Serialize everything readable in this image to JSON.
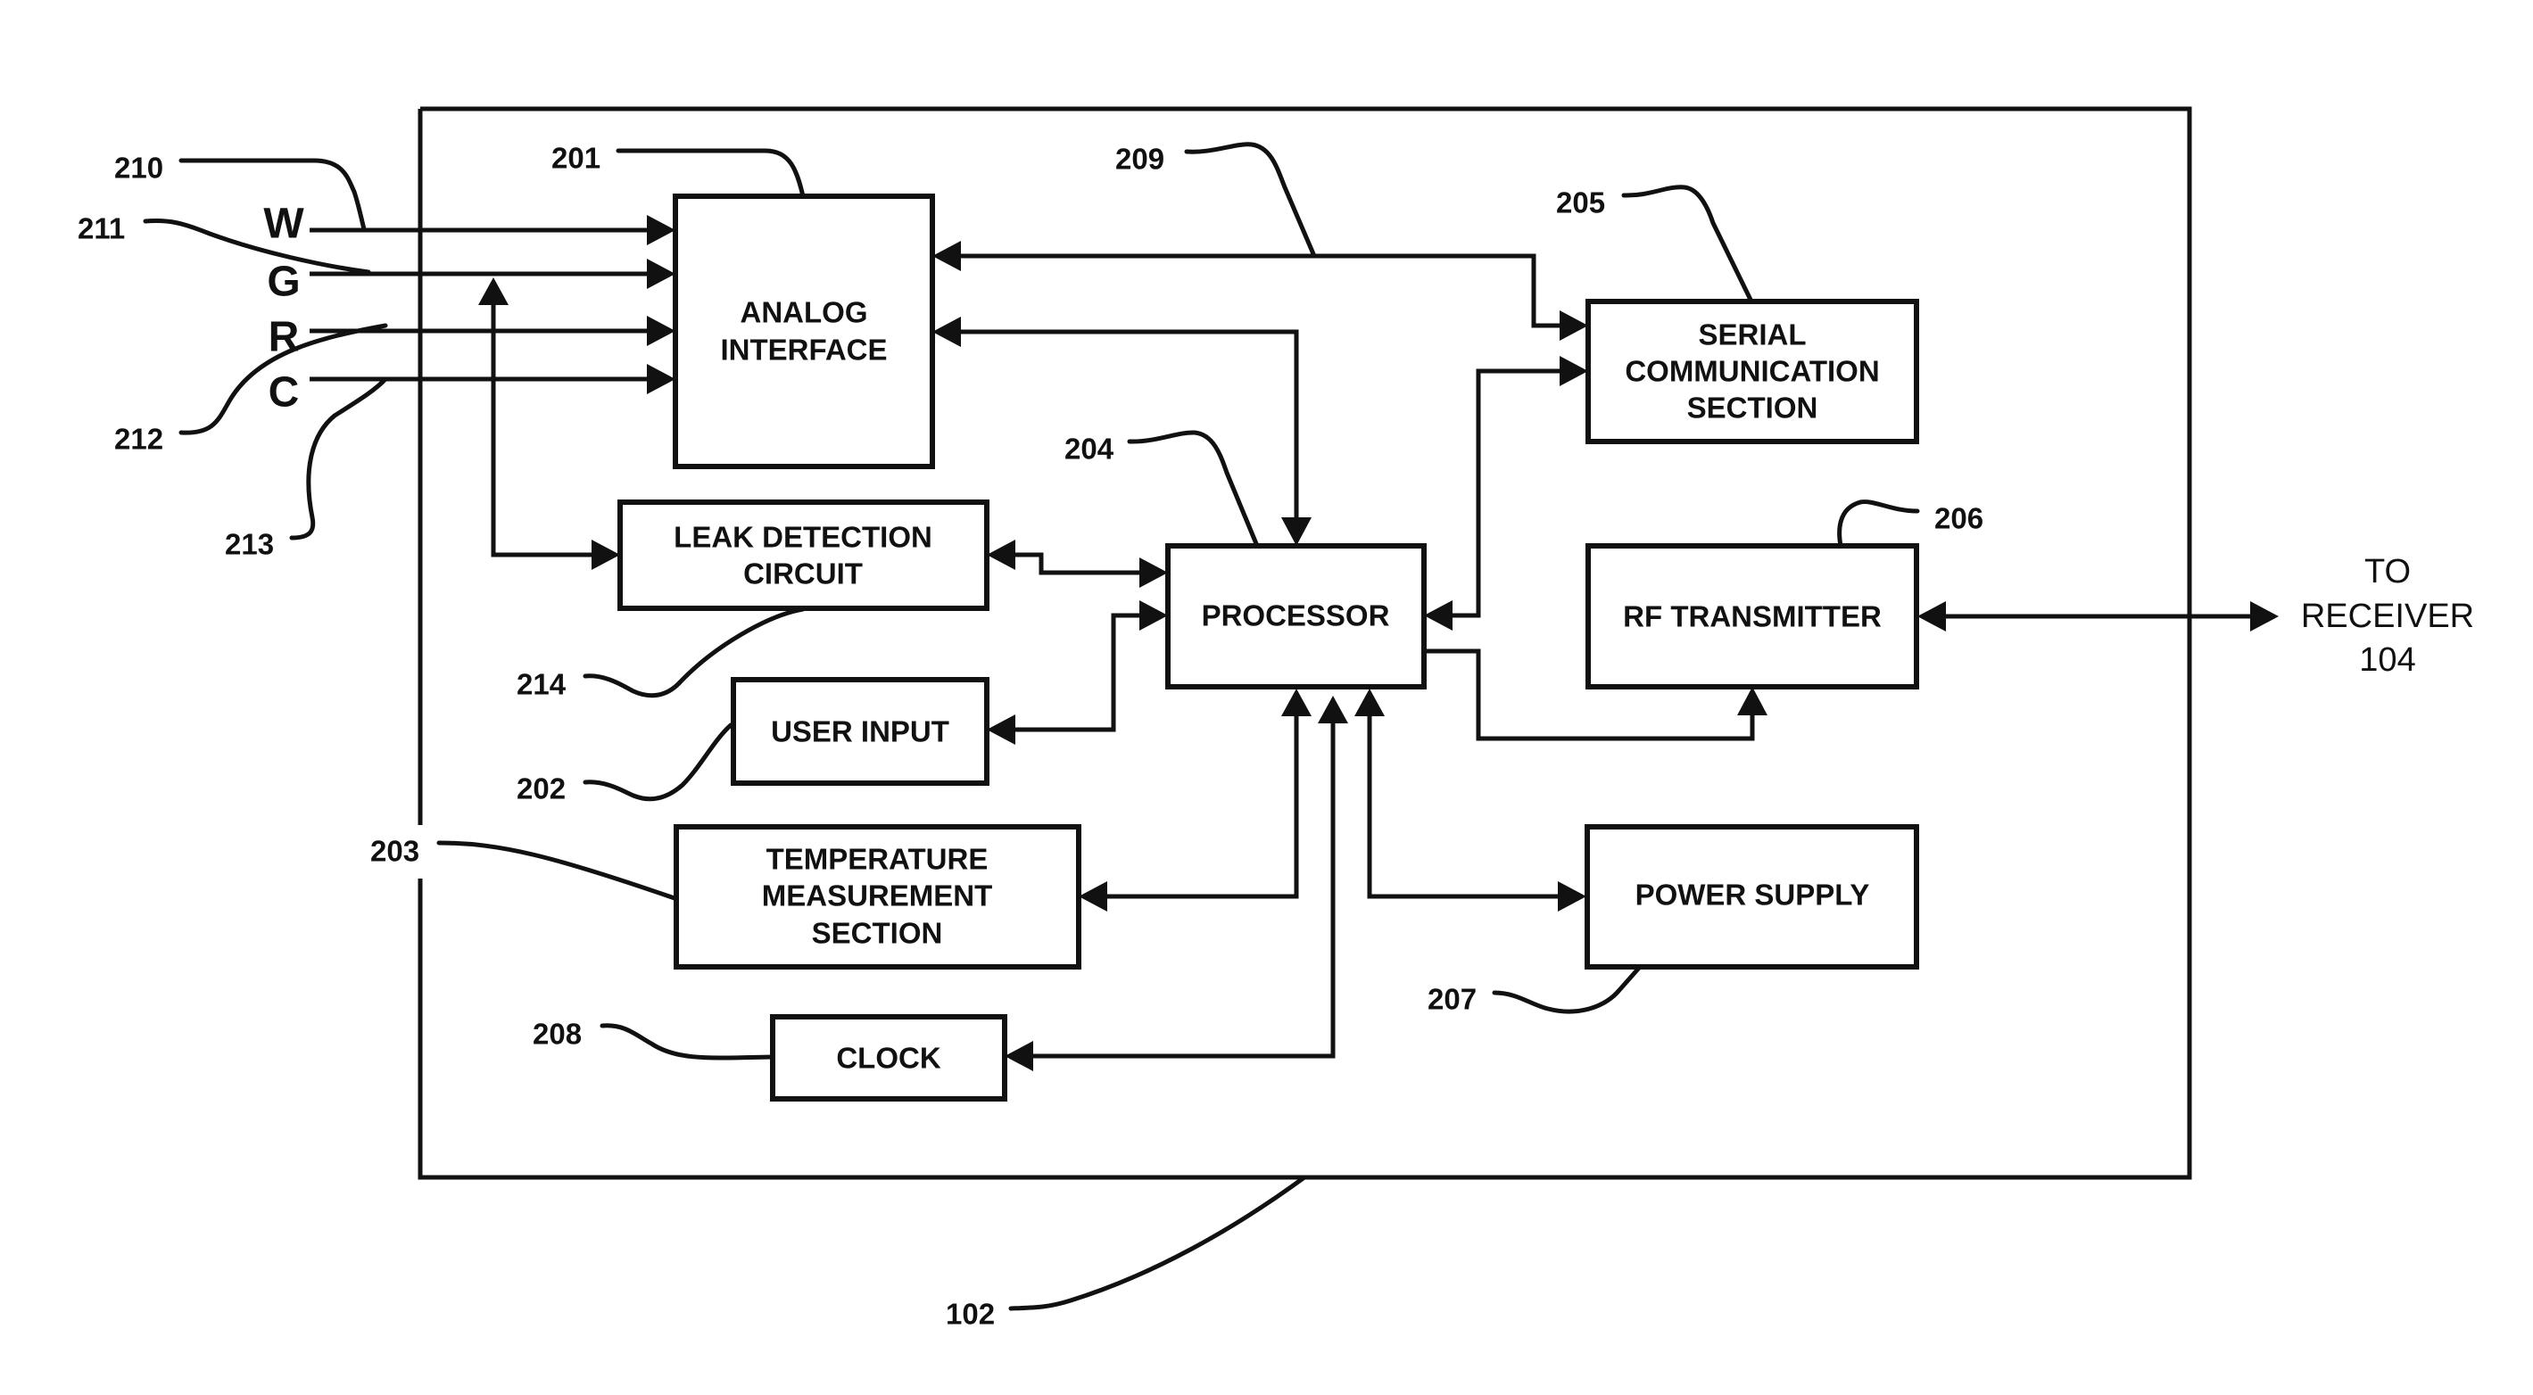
{
  "diagram": {
    "type": "block-diagram",
    "device_ref": "102",
    "blocks": {
      "analog_interface": {
        "ref": "201",
        "lines": [
          "ANALOG",
          "INTERFACE"
        ]
      },
      "user_input": {
        "ref": "202",
        "lines": [
          "USER INPUT"
        ]
      },
      "temperature": {
        "ref": "203",
        "lines": [
          "TEMPERATURE",
          "MEASUREMENT",
          "SECTION"
        ]
      },
      "processor": {
        "ref": "204",
        "lines": [
          "PROCESSOR"
        ]
      },
      "serial": {
        "ref": "205",
        "lines": [
          "SERIAL",
          "COMMUNICATION",
          "SECTION"
        ]
      },
      "rf_transmitter": {
        "ref": "206",
        "lines": [
          "RF TRANSMITTER"
        ]
      },
      "power_supply": {
        "ref": "207",
        "lines": [
          "POWER SUPPLY"
        ]
      },
      "clock": {
        "ref": "208",
        "lines": [
          "CLOCK"
        ]
      },
      "leak_detection": {
        "ref": "214",
        "lines": [
          "LEAK DETECTION",
          "CIRCUIT"
        ]
      }
    },
    "bus_ref": "209",
    "terminals": [
      {
        "letter": "W",
        "ref": "210"
      },
      {
        "letter": "G",
        "ref": "211"
      },
      {
        "letter": "R",
        "ref": "212"
      },
      {
        "letter": "C",
        "ref": "213"
      }
    ],
    "destination": {
      "lines": [
        "TO",
        "RECEIVER",
        "104"
      ]
    },
    "connections": [
      {
        "from": "W",
        "to": "analog_interface",
        "direction": "one-way"
      },
      {
        "from": "G",
        "to": "analog_interface",
        "direction": "one-way"
      },
      {
        "from": "R",
        "to": "analog_interface",
        "direction": "one-way"
      },
      {
        "from": "C",
        "to": "analog_interface",
        "direction": "one-way"
      },
      {
        "from": "G",
        "to": "leak_detection",
        "direction": "two-way"
      },
      {
        "from": "analog_interface",
        "to": "serial",
        "direction": "two-way"
      },
      {
        "from": "analog_interface",
        "to": "processor",
        "direction": "two-way"
      },
      {
        "from": "leak_detection",
        "to": "processor",
        "direction": "two-way"
      },
      {
        "from": "user_input",
        "to": "processor",
        "direction": "two-way"
      },
      {
        "from": "serial",
        "to": "processor",
        "direction": "two-way"
      },
      {
        "from": "processor",
        "to": "rf_transmitter",
        "direction": "one-way"
      },
      {
        "from": "temperature",
        "to": "processor",
        "direction": "two-way"
      },
      {
        "from": "clock",
        "to": "processor",
        "direction": "two-way"
      },
      {
        "from": "processor",
        "to": "power_supply",
        "direction": "two-way"
      },
      {
        "from": "rf_transmitter",
        "to": "receiver_104",
        "direction": "two-way"
      }
    ]
  }
}
